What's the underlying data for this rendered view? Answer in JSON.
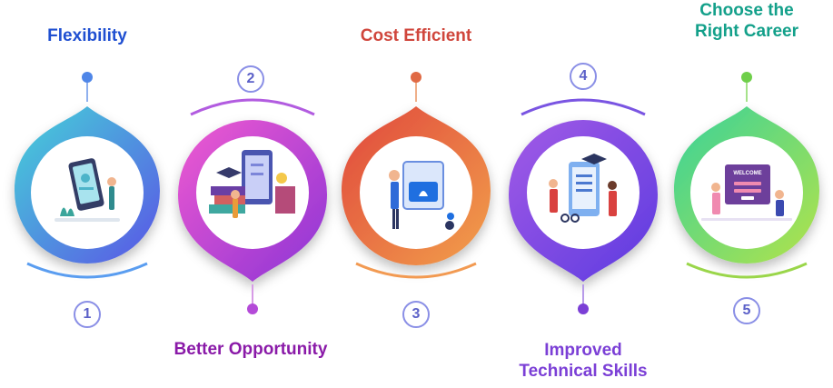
{
  "steps": [
    {
      "number": "1",
      "title": "Flexibility",
      "color": "#1f4fd1",
      "icon": "mobile-profile-illustration"
    },
    {
      "number": "2",
      "title": "Better Opportunity",
      "color": "#8a1aa8",
      "icon": "learning-books-illustration"
    },
    {
      "number": "3",
      "title": "Cost Efficient",
      "color": "#d0463c",
      "icon": "notification-screen-illustration"
    },
    {
      "number": "4",
      "title": "Improved",
      "title2": "Technical Skills",
      "color": "#7b3fd6",
      "icon": "online-course-illustration"
    },
    {
      "number": "5",
      "title": "Choose the",
      "title2": "Right Career",
      "color": "#13a08a",
      "icon": "welcome-screen-illustration",
      "welcome": "WELCOME"
    }
  ]
}
